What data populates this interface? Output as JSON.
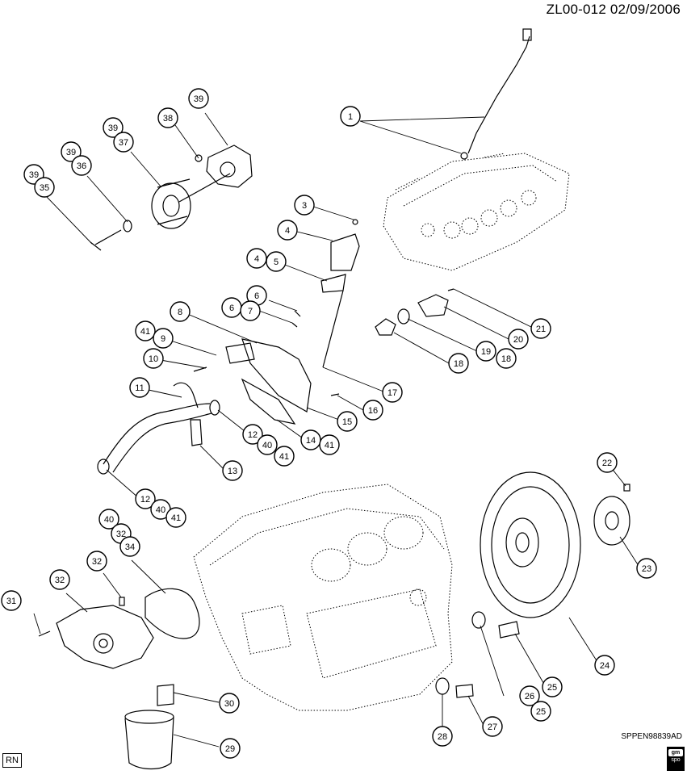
{
  "header": {
    "code": "ZL00-012  02/09/2006"
  },
  "footer": {
    "ref": "SPPEN98839AD",
    "rn_label": "RN",
    "logo_text": "gm spo"
  },
  "callouts": [
    {
      "n": "1"
    },
    {
      "n": "3"
    },
    {
      "n": "4"
    },
    {
      "n": "4"
    },
    {
      "n": "5"
    },
    {
      "n": "6"
    },
    {
      "n": "6"
    },
    {
      "n": "7"
    },
    {
      "n": "8"
    },
    {
      "n": "41"
    },
    {
      "n": "9"
    },
    {
      "n": "10"
    },
    {
      "n": "11"
    },
    {
      "n": "12"
    },
    {
      "n": "40"
    },
    {
      "n": "41"
    },
    {
      "n": "13"
    },
    {
      "n": "12"
    },
    {
      "n": "40"
    },
    {
      "n": "41"
    },
    {
      "n": "14"
    },
    {
      "n": "41"
    },
    {
      "n": "15"
    },
    {
      "n": "16"
    },
    {
      "n": "17"
    },
    {
      "n": "18"
    },
    {
      "n": "19"
    },
    {
      "n": "18"
    },
    {
      "n": "20"
    },
    {
      "n": "21"
    },
    {
      "n": "22"
    },
    {
      "n": "23"
    },
    {
      "n": "24"
    },
    {
      "n": "25"
    },
    {
      "n": "26"
    },
    {
      "n": "25"
    },
    {
      "n": "27"
    },
    {
      "n": "28"
    },
    {
      "n": "29"
    },
    {
      "n": "30"
    },
    {
      "n": "31"
    },
    {
      "n": "32"
    },
    {
      "n": "32"
    },
    {
      "n": "40"
    },
    {
      "n": "32"
    },
    {
      "n": "34"
    },
    {
      "n": "38"
    },
    {
      "n": "39"
    },
    {
      "n": "39"
    },
    {
      "n": "37"
    },
    {
      "n": "39"
    },
    {
      "n": "36"
    },
    {
      "n": "39"
    },
    {
      "n": "35"
    }
  ]
}
